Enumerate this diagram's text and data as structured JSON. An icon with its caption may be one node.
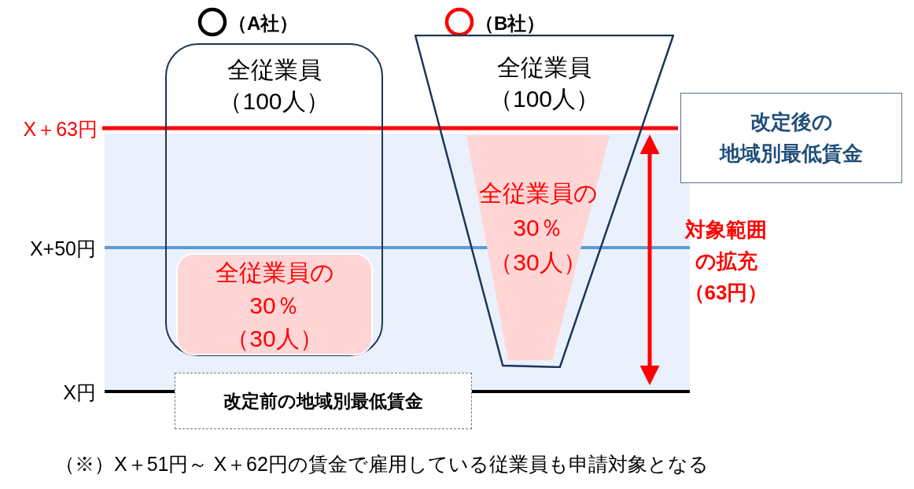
{
  "diagram": {
    "nodes": [
      {
        "text": [
          "全従業員（100人）"
        ]
      },
      {
        "text": [
          "全従業員の30％（30人）"
        ],
        "in": 0
      },
      {
        "text": [
          "全従業員（100人）"
        ]
      },
      {
        "text": [
          "全従業員の30％（30人）"
        ],
        "in": 2
      },
      {
        "text": [
          "改定後の地域別最低賃金"
        ]
      },
      {
        "text": [
          "改定前の地域別最低賃金"
        ]
      }
    ],
    "labels": [
      "（A社）",
      "（B社）",
      "X＋63円",
      "X+50円",
      "X円",
      "対象範囲の拡充（63円）",
      "（※）X＋51円～ X＋62円の賃金で雇用している従業員も申請対象となる"
    ]
  }
}
